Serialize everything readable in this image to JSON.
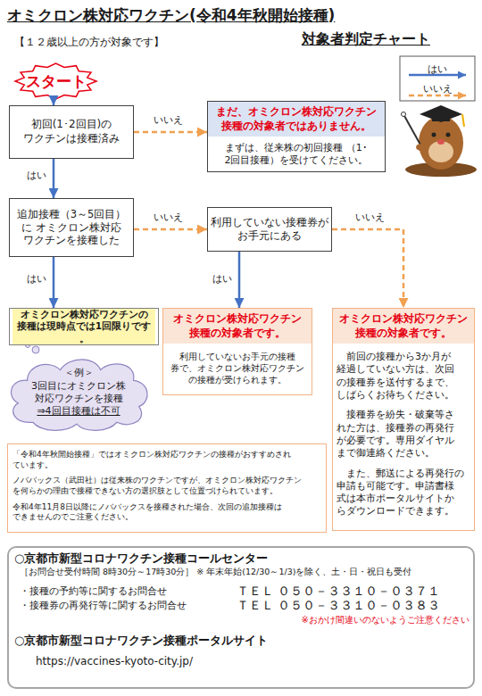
{
  "diagram": {
    "title": "オミクロン株対応ワクチン(令和4年秋開始接種)",
    "nodes": [
      {
        "text": [
          "スタート"
        ]
      },
      {
        "text": [
          "初回(1･2回目)の ワクチンは接種済み"
        ]
      },
      {
        "text": [
          "まだ、オミクロン株対応ワクチン 接種の対象者ではありません。",
          "まずは、従来株の初回接種 （1･2回目接種）を受けてください。"
        ]
      },
      {
        "text": [
          "追加接種（3～5回目）に オミクロン株対応 ワクチンを接種した"
        ]
      },
      {
        "text": [
          "利用していない接種券が お手元にある"
        ]
      },
      {
        "text": [
          "オミクロン株対応ワクチンの 接種は現時点では1回限りです。"
        ]
      },
      {
        "text": [
          "＜例＞",
          "3回目にオミクロン株 対応ワクチンを接種",
          "⇒4回目接種は不可"
        ]
      },
      {
        "text": [
          "オミクロン株対応ワクチン 接種の対象者です。",
          "利用していないお手元の接種 券で、オミクロン株対応ワクチン の接種が受けられます。"
        ]
      },
      {
        "text": [
          "オミクロン株対応ワクチン 接種の対象者です。",
          "前回の接種から3か月が 経過していない方は、次回 の接種券を送付するまで、 しばらくお待ちください。",
          "接種券を紛失・破棄等さ れた方は、接種券の再発行 が必要です。専用ダイヤル まで御連絡ください。",
          "また、郵送による再発行の 申請も可能です。申請書様 式は本市ポータルサイトか らダウンロードできます。"
        ]
      },
      {
        "text": [
          "「令和4年秋開始接種」ではオミクロン株対応ワクチンの接種がおすすめされ ています。",
          "ノババックス（武田社）は従来株のワクチンですが、オミクロン株対応ワクチン を何らかの理由で接種できない方の選択肢として位置づけられています。",
          "令和4年11月8日以降にノババックスを接種された場合、次回の追加接種は できませんのでご注意ください。"
        ]
      },
      {
        "text": [
          "○京都市新型コロナワクチン接種コールセンター",
          "［お問合せ受付時間 8時30分～17時30分］ ※ 年末年始(12/30～1/3)を除く、土・日・祝日も受付",
          "・接種の予約等に関するお問合せ",
          "ＴＥＬ ０５０－３３１０－０３７１",
          "・接種券の再発行等に関するお問合せ",
          "ＴＥＬ ０５０－３３１０－０３８３",
          "※おかけ間違いのないようご注意ください",
          "○京都市新型コロナワクチン接種ポータルサイト",
          "https://vaccines-kyoto-city.jp/"
        ]
      }
    ],
    "edges": [
      {
        "from": 0,
        "to": 1,
        "arrow": "to"
      },
      {
        "from": 1,
        "to": 2,
        "label": "いいえ",
        "arrow": "to"
      },
      {
        "from": 1,
        "to": 3,
        "label": "はい",
        "arrow": "to"
      },
      {
        "from": 3,
        "to": 4,
        "label": "いいえ",
        "arrow": "to"
      },
      {
        "from": 3,
        "to": 5,
        "label": "はい",
        "arrow": "to"
      },
      {
        "from": 4,
        "to": 7,
        "label": "はい",
        "arrow": "to"
      },
      {
        "from": 4,
        "to": 8,
        "label": "いいえ",
        "arrow": "to"
      }
    ],
    "labels": [
      "対象者判定チャート",
      "【１２歳以上の方が対象です】"
    ],
    "legend": [
      {
        "text": "はい"
      },
      {
        "text": "いいえ"
      }
    ]
  }
}
